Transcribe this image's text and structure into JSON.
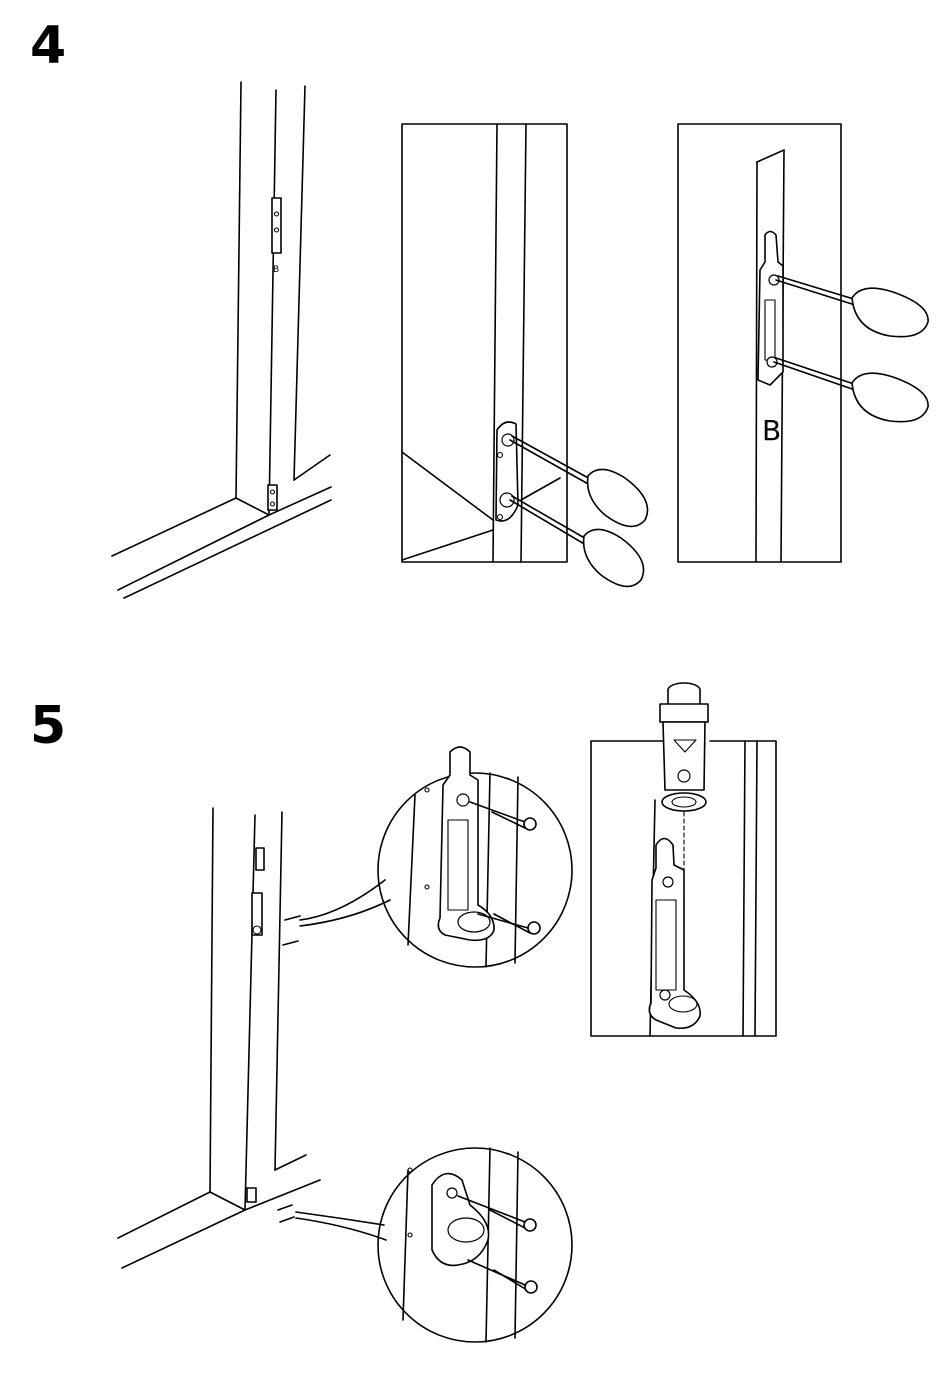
{
  "steps": [
    {
      "number": "4"
    },
    {
      "number": "5"
    }
  ],
  "labels": {
    "part_b": "B",
    "part_b_small": "B"
  }
}
